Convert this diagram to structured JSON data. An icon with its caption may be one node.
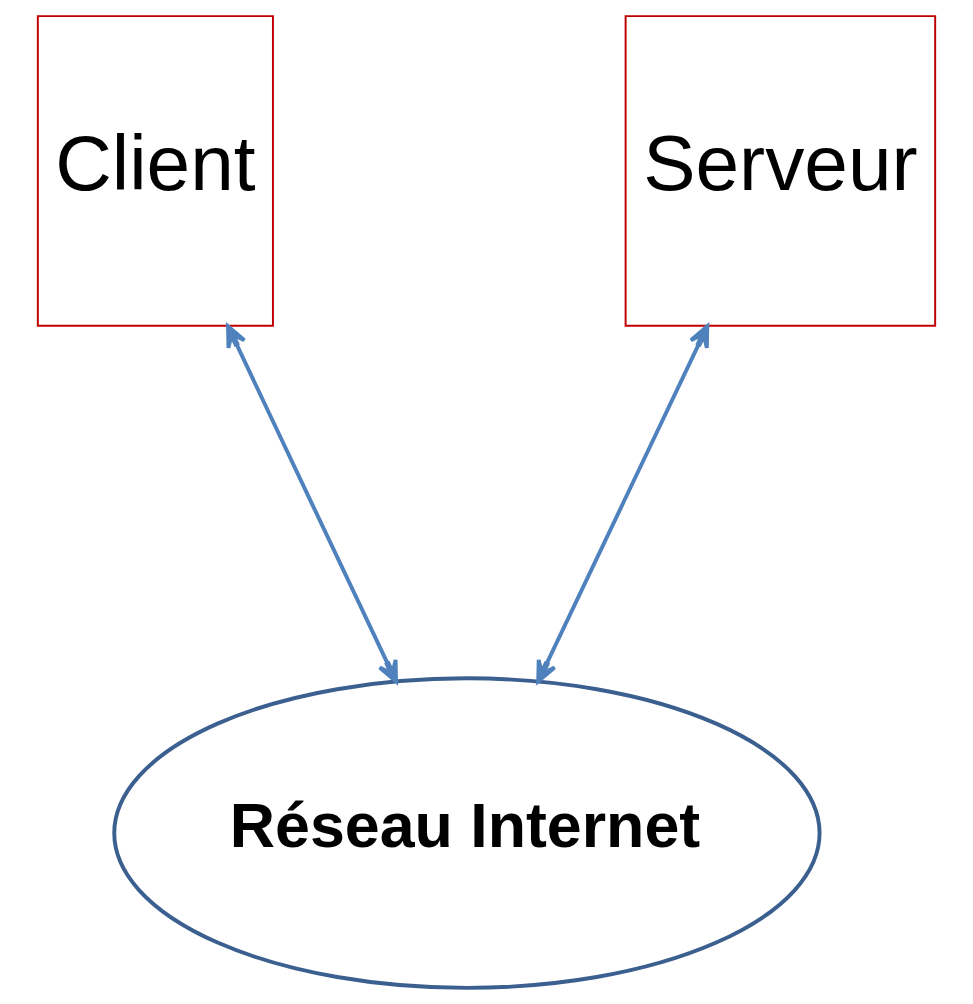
{
  "diagram": {
    "nodes": [
      {
        "text": [
          "Client"
        ]
      },
      {
        "text": [
          "Serveur"
        ]
      },
      {
        "text": [
          "Réseau Internet"
        ]
      }
    ],
    "edges": [
      {
        "from": 0,
        "to": 2,
        "arrow": "both"
      },
      {
        "from": 1,
        "to": 2,
        "arrow": "both"
      }
    ]
  }
}
